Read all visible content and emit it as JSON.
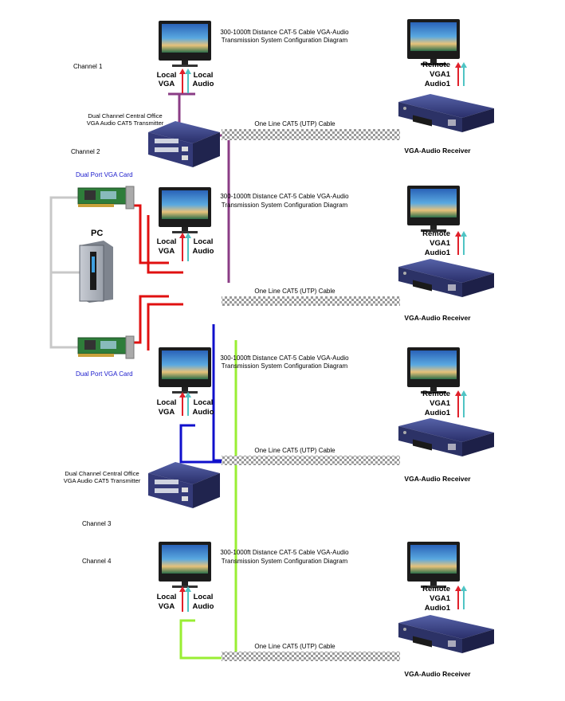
{
  "diagram_title": "300-1000ft Distance CAT-5 Cable VGA-Audio Transmission System Configuration Diagram",
  "title_line1": "300-1000ft Distance CAT-5 Cable VGA-Audio",
  "title_line2": "Transmission System Configuration Diagram",
  "cable_label": "One Line CAT5 (UTP) Cable",
  "receiver_label": "VGA-Audio Receiver",
  "local_vga": [
    "Local",
    "VGA"
  ],
  "local_audio": [
    "Local",
    "Audio"
  ],
  "remote_labels": [
    "Remote",
    "VGA1",
    "Audio1"
  ],
  "transmitter_label": [
    "Dual Channel Central Office",
    "VGA Audio CAT5 Transmitter"
  ],
  "pc_label": "PC",
  "vga_card_label": "Dual Port VGA Card",
  "channels": [
    "Channel 1",
    "Channel 2",
    "Channel 3",
    "Channel 4"
  ],
  "colors": {
    "purple": "#8b3d86",
    "red": "#e01010",
    "blue": "#1010cc",
    "green": "#99ee33",
    "gray": "#c8c8c8",
    "arrow_red": "#e0202a",
    "arrow_teal": "#4fc4c4",
    "card_text": "#1a1acc"
  }
}
